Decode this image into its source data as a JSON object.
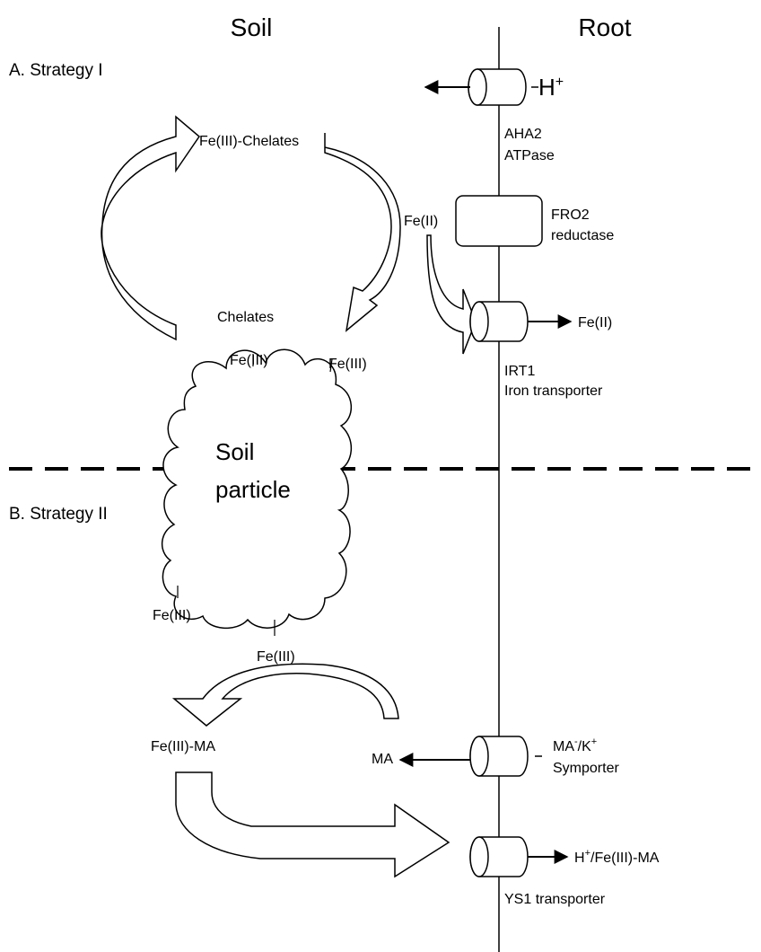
{
  "headers": {
    "soil": "Soil",
    "root": "Root"
  },
  "strategies": {
    "a": "A. Strategy I",
    "b": "B. Strategy II"
  },
  "labels": {
    "h_plus": "H",
    "h_plus_sup": "+",
    "aha2_line1": "AHA2",
    "aha2_line2": "ATPase",
    "fe3_chelates": "Fe(III)-Chelates",
    "chelates": "Chelates",
    "fe2_left": "Fe(II)",
    "fro2_line1": "FRO2",
    "fro2_line2": "reductase",
    "fe2_right": "Fe(II)",
    "irt1_line1": "IRT1",
    "irt1_line2": "Iron transporter",
    "fe3_a": "Fe(III)",
    "fe3_b": "Fe(III)",
    "soil_particle_1": "Soil",
    "soil_particle_2": "particle",
    "fe3_c": "Fe(III)",
    "fe3_d": "Fe(III)",
    "fe3_ma": "Fe(III)-MA",
    "ma": "MA",
    "symporter_l1_a": "MA",
    "symporter_l1_sup1": "-",
    "symporter_l1_b": "/K",
    "symporter_l1_sup2": "+",
    "symporter_l2": "Symporter",
    "ys1_out_a": "H",
    "ys1_out_sup": "+",
    "ys1_out_b": "/Fe(III)-MA",
    "ys1_label": "YS1 transporter"
  }
}
